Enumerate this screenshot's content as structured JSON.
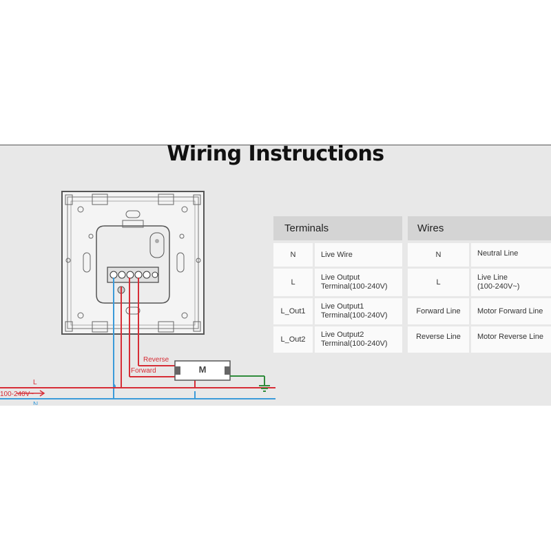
{
  "title": "Wiring Instructions",
  "diagram": {
    "labels": {
      "reverse": "Reverse",
      "forward": "Forward",
      "motor": "M",
      "line": "L",
      "neutral": "N",
      "voltage": "100-240V~"
    },
    "colors": {
      "live": "#d62c35",
      "neutral": "#3a9ad9",
      "ground": "#2e8b3a",
      "device": "#666666"
    }
  },
  "terminals_table": {
    "header": "Terminals",
    "rows": [
      {
        "terminal": "N",
        "description": "Live Wire"
      },
      {
        "terminal": "L",
        "description": "Live Output\nTerminal(100-240V)"
      },
      {
        "terminal": "L_Out1",
        "description": "Live Output1\nTerminal(100-240V)"
      },
      {
        "terminal": "L_Out2",
        "description": "Live Output2\nTerminal(100-240V)"
      }
    ]
  },
  "wires_table": {
    "header": "Wires",
    "rows": [
      {
        "wire": "N",
        "description": "Neutral Line"
      },
      {
        "wire": "L",
        "description": "Live Line\n(100-240V~)"
      },
      {
        "wire": "Forward Line",
        "description": "Motor Forward Line"
      },
      {
        "wire": "Reverse Line",
        "description": "Motor Reverse Line"
      }
    ]
  }
}
